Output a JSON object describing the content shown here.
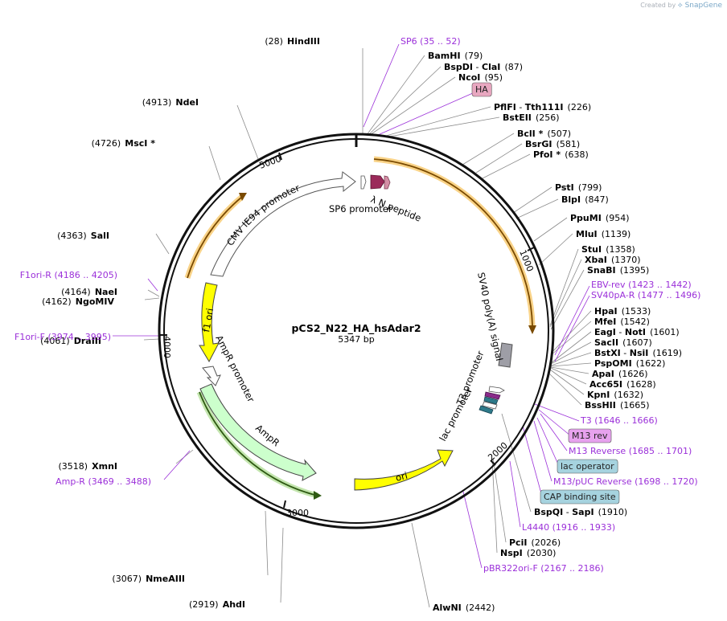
{
  "watermark": {
    "prefix": "Created by",
    "brand": "SnapGene"
  },
  "plasmid": {
    "name": "pCS2_N22_HA_hsAdar2",
    "size_label": "5347 bp"
  },
  "colors": {
    "backbone": "#111111",
    "enzyme_line": "#8a8a8a",
    "feature_text": "#9b30d9",
    "ori": "#ffff00",
    "ampr": "#ccffcc",
    "orf_glow": "#f7b733",
    "orf_dark": "#7a4a00",
    "ampr_glow": "#a6d78a",
    "ampr_dark": "#2e5a12"
  },
  "ticks": [
    "1000",
    "2000",
    "3000",
    "4000",
    "5000"
  ],
  "enzymes": [
    {
      "name": "HindIII",
      "pos": "(28)"
    },
    {
      "name": "BamHI",
      "pos": "(79)"
    },
    {
      "name": "BspDI",
      "name2": "ClaI",
      "pos": "(87)"
    },
    {
      "name": "NcoI",
      "pos": "(95)"
    },
    {
      "name": "PflFI",
      "name2": "Tth111I",
      "pos": "(226)"
    },
    {
      "name": "BstEII",
      "pos": "(256)"
    },
    {
      "name": "BclI *",
      "pos": "(507)"
    },
    {
      "name": "BsrGI",
      "pos": "(581)"
    },
    {
      "name": "PfoI *",
      "pos": "(638)"
    },
    {
      "name": "PstI",
      "pos": "(799)"
    },
    {
      "name": "BlpI",
      "pos": "(847)"
    },
    {
      "name": "PpuMI",
      "pos": "(954)"
    },
    {
      "name": "MluI",
      "pos": "(1139)"
    },
    {
      "name": "StuI",
      "pos": "(1358)"
    },
    {
      "name": "XbaI",
      "pos": "(1370)"
    },
    {
      "name": "SnaBI",
      "pos": "(1395)"
    },
    {
      "name": "HpaI",
      "pos": "(1533)"
    },
    {
      "name": "MfeI",
      "pos": "(1542)"
    },
    {
      "name": "EagI",
      "name2": "NotI",
      "pos": "(1601)"
    },
    {
      "name": "SacII",
      "pos": "(1607)"
    },
    {
      "name": "BstXI",
      "name2": "NsiI",
      "pos": "(1619)"
    },
    {
      "name": "PspOMI",
      "pos": "(1622)"
    },
    {
      "name": "ApaI",
      "pos": "(1626)"
    },
    {
      "name": "Acc65I",
      "pos": "(1628)"
    },
    {
      "name": "KpnI",
      "pos": "(1632)"
    },
    {
      "name": "BssHII",
      "pos": "(1665)"
    },
    {
      "name": "BspQI",
      "name2": "SapI",
      "pos": "(1910)"
    },
    {
      "name": "PciI",
      "pos": "(2026)"
    },
    {
      "name": "NspI",
      "pos": "(2030)"
    },
    {
      "name": "AlwNI",
      "pos": "(2442)"
    },
    {
      "name": "AhdI",
      "pos": "(2919)"
    },
    {
      "name": "NmeAIII",
      "pos": "(3067)"
    },
    {
      "name": "XmnI",
      "pos": "(3518)"
    },
    {
      "name": "DraIII",
      "pos": "(4061)"
    },
    {
      "name": "NgoMIV",
      "pos": "(4162)"
    },
    {
      "name": "NaeI",
      "pos": "(4164)"
    },
    {
      "name": "SalI",
      "pos": "(4363)"
    },
    {
      "name": "MscI *",
      "pos": "(4726)"
    },
    {
      "name": "NdeI",
      "pos": "(4913)"
    }
  ],
  "features": [
    {
      "name": "SP6",
      "range": "(35 .. 52)"
    },
    {
      "name": "HA",
      "boxed": true
    },
    {
      "name": "EBV-rev",
      "range": "(1423 .. 1442)"
    },
    {
      "name": "SV40pA-R",
      "range": "(1477 .. 1496)"
    },
    {
      "name": "T3",
      "range": "(1646 .. 1666)"
    },
    {
      "name": "M13 rev",
      "boxed": true
    },
    {
      "name": "M13 Reverse",
      "range": "(1685 .. 1701)"
    },
    {
      "name": "lac operator",
      "boxed": true
    },
    {
      "name": "M13/pUC Reverse",
      "range": "(1698 .. 1720)"
    },
    {
      "name": "CAP binding site",
      "boxed": true
    },
    {
      "name": "L4440",
      "range": "(1916 .. 1933)"
    },
    {
      "name": "pBR322ori-F",
      "range": "(2167 .. 2186)"
    },
    {
      "name": "Amp-R",
      "range": "(3469 .. 3488)"
    },
    {
      "name": "F1ori-F",
      "range": "(3974 .. 3995)"
    },
    {
      "name": "F1ori-R",
      "range": "(4186 .. 4205)"
    }
  ],
  "map_labels": {
    "cmv": "CMV IE94 promoter",
    "sp6_promoter": "SP6 promoter",
    "lambda_n": "λ N peptide",
    "sv40": "SV40 poly(A) signal",
    "t3_promoter": "T3 promoter",
    "lac_promoter": "lac promoter",
    "ori": "ori",
    "ampr": "AmpR",
    "ampr_promoter": "AmpR promoter",
    "f1_ori": "f1 ori"
  }
}
